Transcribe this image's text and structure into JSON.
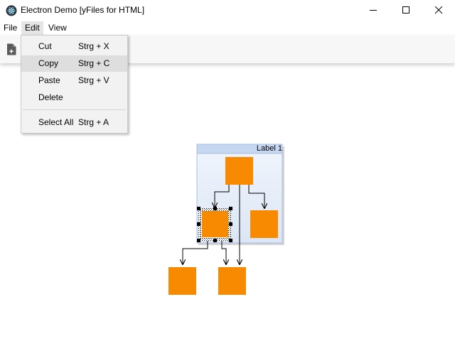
{
  "window": {
    "title": "Electron Demo [yFiles for HTML]"
  },
  "menubar": {
    "items": [
      {
        "label": "File"
      },
      {
        "label": "Edit"
      },
      {
        "label": "View"
      }
    ]
  },
  "toolbar": {
    "icons": [
      "new-document-icon"
    ]
  },
  "edit_menu": {
    "items": [
      {
        "label": "Cut",
        "shortcut": "Strg + X"
      },
      {
        "label": "Copy",
        "shortcut": "Strg + C",
        "highlighted": true
      },
      {
        "label": "Paste",
        "shortcut": "Strg + V"
      },
      {
        "label": "Delete",
        "shortcut": ""
      },
      {
        "label": "Select All",
        "shortcut": "Strg + A"
      }
    ]
  },
  "graph": {
    "group_label": "Label 1",
    "node_color": "#f78a00",
    "group_fill": "#e3ecf8",
    "group_header": "#c9d9f0",
    "nodes_total": 6,
    "selected_node": 1
  }
}
